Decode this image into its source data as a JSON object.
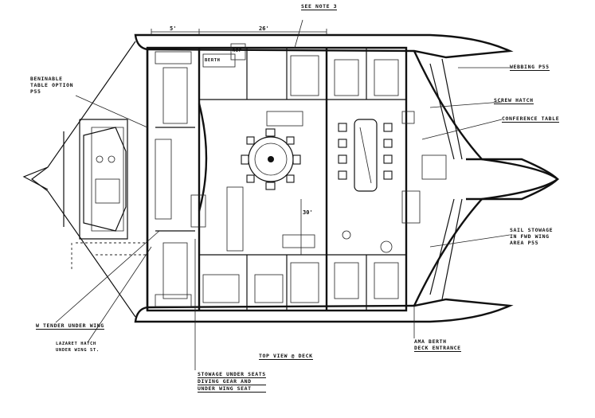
{
  "labels": {
    "see_note": "SEE NOTE 3",
    "dim_5": "5'",
    "dim_26": "26'",
    "dim_30": "30'",
    "berth": "BERTH",
    "ref": "REF",
    "bimini": "BENINABLE",
    "bimini2": "TABLE OPTION",
    "bimini3": "P55",
    "webbing": "WEBBING P55",
    "screw_hatch": "SCREW HATCH",
    "conference": "CONFERENCE TABLE",
    "sail_stowage1": "SAIL STOWAGE",
    "sail_stowage2": "IN FWD WING",
    "sail_stowage3": "AREA P55",
    "tender": "W TENDER UNDER WING",
    "lazy_hatch1": "LAZARET HATCH",
    "lazy_hatch2": "UNDER WING ST.",
    "top_view": "TOP VIEW @ DECK",
    "ama_berth": "AMA BERTH",
    "deck_entrance": "DECK ENTRANCE",
    "stowage1": "STOWAGE UNDER SEATS",
    "stowage2": "DIVING GEAR AND",
    "stowage3": "UNDER WING SEAT"
  }
}
